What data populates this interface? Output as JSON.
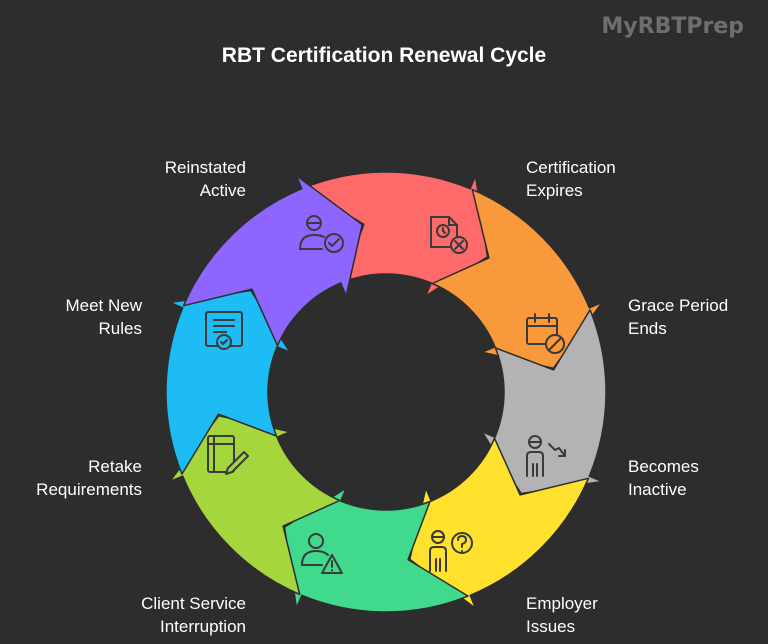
{
  "header": {
    "brand": "MyRBTPrep",
    "title": "RBT Certification Renewal Cycle"
  },
  "stages": [
    {
      "line1": "Certification",
      "line2": "Expires",
      "color": "#fe6a6a",
      "icon": "expired-document-icon"
    },
    {
      "line1": "Grace Period",
      "line2": "Ends",
      "color": "#f8993b",
      "icon": "calendar-blocked-icon"
    },
    {
      "line1": "Becomes",
      "line2": "Inactive",
      "color": "#b3b3b3",
      "icon": "person-declining-icon"
    },
    {
      "line1": "Employer",
      "line2": "Issues",
      "color": "#ffe12e",
      "icon": "person-question-icon"
    },
    {
      "line1": "Client Service",
      "line2": "Interruption",
      "color": "#41d98c",
      "icon": "user-warning-icon"
    },
    {
      "line1": "Retake",
      "line2": "Requirements",
      "color": "#a6d63e",
      "icon": "notebook-pen-icon"
    },
    {
      "line1": "Meet New",
      "line2": "Rules",
      "color": "#1dbcf5",
      "icon": "certificate-check-icon"
    },
    {
      "line1": "Reinstated",
      "line2": "Active",
      "color": "#8e66ff",
      "icon": "user-check-icon"
    }
  ]
}
